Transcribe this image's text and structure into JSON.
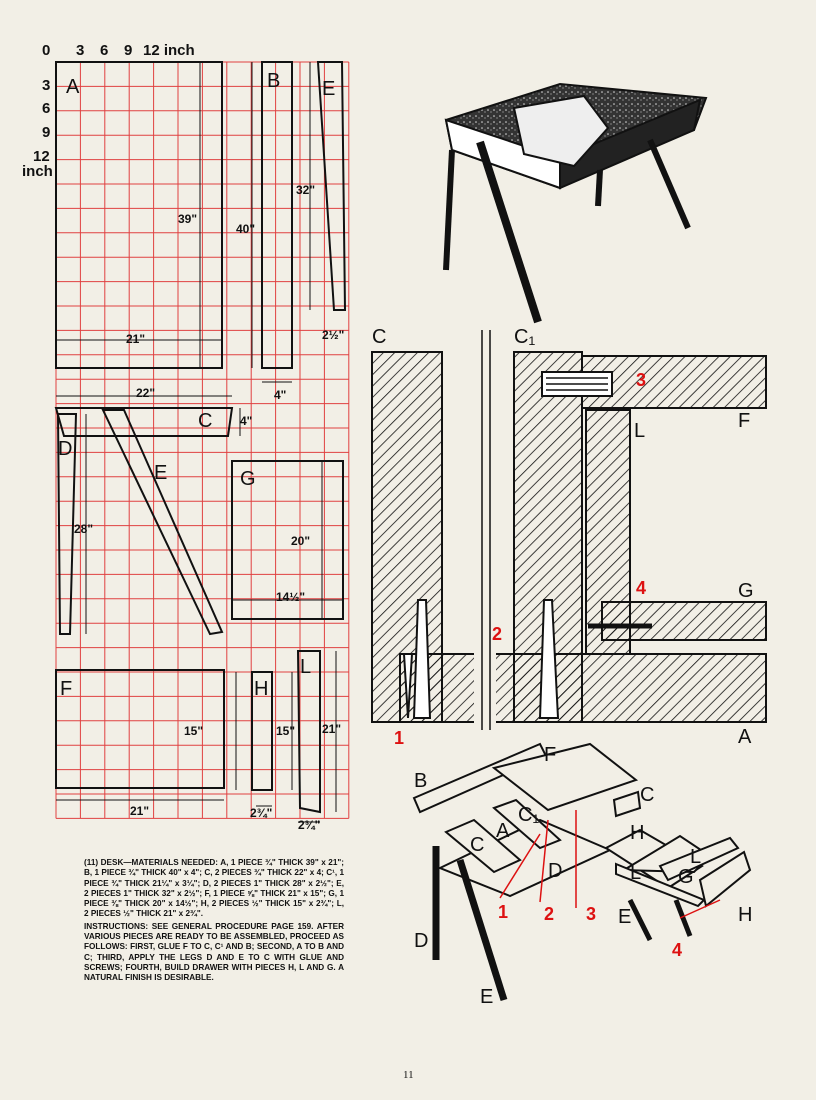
{
  "scale": {
    "ticks": [
      "0",
      "3",
      "6",
      "9",
      "12 inch"
    ],
    "left_ticks": [
      "3",
      "6",
      "9",
      "12"
    ],
    "unit": "inch"
  },
  "patterns": {
    "A": {
      "letter": "A",
      "height": "39\"",
      "width": "21\""
    },
    "B": {
      "letter": "B",
      "height": "40\"",
      "width": "4\""
    },
    "E_top": {
      "letter": "E",
      "height": "32\"",
      "width": "2½\""
    },
    "C": {
      "letter": "C",
      "width": "22\"",
      "height": "4\""
    },
    "D": {
      "letter": "D",
      "height": "28\""
    },
    "E": {
      "letter": "E"
    },
    "G": {
      "letter": "G",
      "height": "20\"",
      "width": "14½\""
    },
    "F": {
      "letter": "F",
      "height": "15\"",
      "width": "21\""
    },
    "H": {
      "letter": "H",
      "height": "15\"",
      "width": "2¾\""
    },
    "L": {
      "letter": "L",
      "height": "21\"",
      "width": "2¾\""
    }
  },
  "detail": {
    "labels": [
      "C",
      "C₁",
      "L",
      "F",
      "G",
      "A"
    ],
    "callouts": [
      "1",
      "2",
      "3",
      "4"
    ]
  },
  "exploded": {
    "labels": [
      "B",
      "F",
      "C",
      "C₁",
      "A",
      "H",
      "C",
      "L",
      "G",
      "L",
      "D",
      "E",
      "E",
      "H",
      "D"
    ],
    "callouts": [
      "1",
      "2",
      "3",
      "4"
    ]
  },
  "caption": {
    "number": "(11)",
    "title": "DESK",
    "materials": "—MATERIALS NEEDED: A, 1 PIECE ¾\" THICK 39\" x 21\"; B, 1 PIECE ¾\" THICK 40\" x 4\"; C, 2 PIECES ¾\" THICK 22\" x 4; C¹, 1 PIECE ¾\" THICK 21¼\" x 3¼\"; D, 2 PIECES 1\" THICK 28\" x 2½\"; E, 2 PIECES 1\" THICK 32\" x 2½\"; F, 1 PIECE ⅝\" THICK 21\" x 15\"; G, 1 PIECE ⅜\" THICK 20\" x 14½\"; H, 2 PIECES ½\" THICK 15\" x 2¾\"; L, 2 PIECES ½\" THICK 21\" x 2¾\".",
    "instructions_title": "INSTRUCTIONS:",
    "instructions": "SEE GENERAL PROCEDURE PAGE 159. AFTER VARIOUS PIECES ARE READY TO BE ASSEMBLED, PROCEED AS FOLLOWS: FIRST, GLUE F TO C, C¹ AND B; SECOND, A TO B AND C; THIRD, APPLY THE LEGS D AND E TO C WITH GLUE AND SCREWS; FOURTH, BUILD DRAWER WITH PIECES H, L AND G. A NATURAL FINISH IS DESIRABLE."
  },
  "page_number": "11",
  "colors": {
    "grid": "#e04040",
    "ink": "#111111",
    "accent": "#d11111",
    "paper": "#f2efe6"
  }
}
